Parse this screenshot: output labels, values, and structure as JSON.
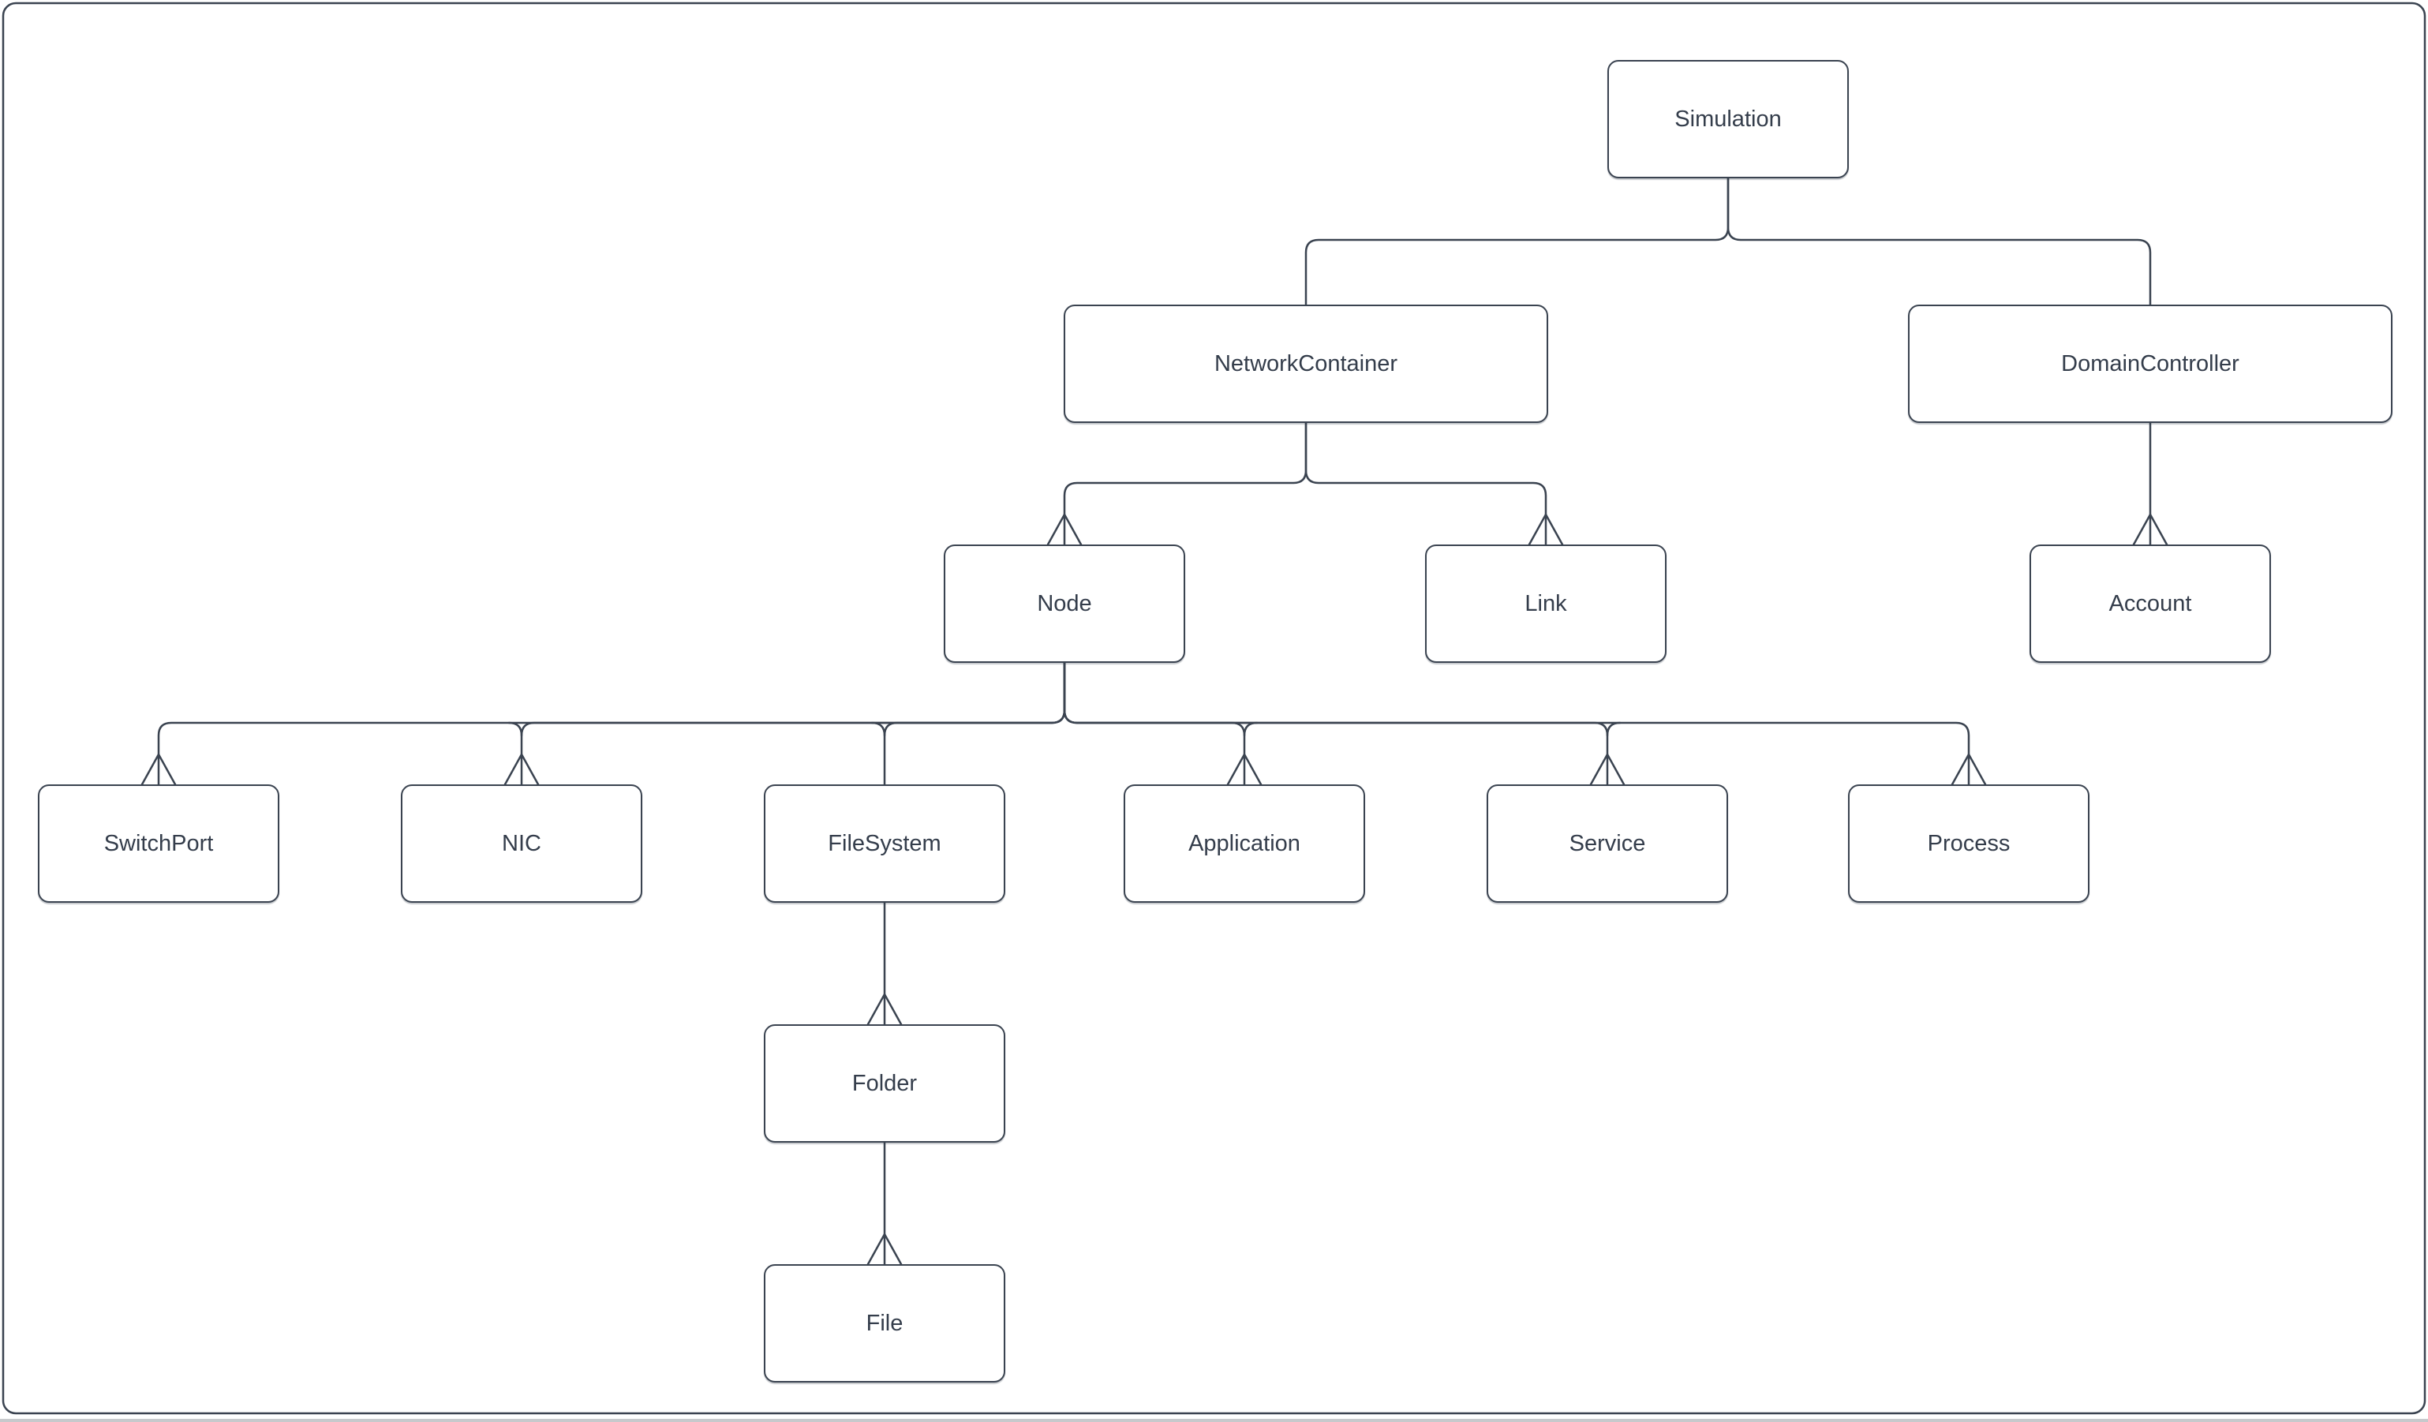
{
  "diagram": {
    "type": "tree",
    "background": "#ffffff",
    "colors": {
      "line": "#3a4350",
      "text": "#343d4b",
      "node_fill": "#ffffff"
    },
    "nodes": {
      "simulation": {
        "label": "Simulation"
      },
      "network_container": {
        "label": "NetworkContainer"
      },
      "domain_controller": {
        "label": "DomainController"
      },
      "node": {
        "label": "Node"
      },
      "link": {
        "label": "Link"
      },
      "account": {
        "label": "Account"
      },
      "switch_port": {
        "label": "SwitchPort"
      },
      "nic": {
        "label": "NIC"
      },
      "file_system": {
        "label": "FileSystem"
      },
      "application": {
        "label": "Application"
      },
      "service": {
        "label": "Service"
      },
      "process": {
        "label": "Process"
      },
      "folder": {
        "label": "Folder"
      },
      "file": {
        "label": "File"
      }
    },
    "edges": [
      {
        "from": "Simulation",
        "to": "NetworkContainer",
        "arrowhead": "none"
      },
      {
        "from": "Simulation",
        "to": "DomainController",
        "arrowhead": "none"
      },
      {
        "from": "NetworkContainer",
        "to": "Node",
        "arrowhead": "open-chevron"
      },
      {
        "from": "NetworkContainer",
        "to": "Link",
        "arrowhead": "open-chevron"
      },
      {
        "from": "DomainController",
        "to": "Account",
        "arrowhead": "open-chevron"
      },
      {
        "from": "Node",
        "to": "SwitchPort",
        "arrowhead": "open-chevron"
      },
      {
        "from": "Node",
        "to": "NIC",
        "arrowhead": "open-chevron"
      },
      {
        "from": "Node",
        "to": "FileSystem",
        "arrowhead": "none"
      },
      {
        "from": "Node",
        "to": "Application",
        "arrowhead": "open-chevron"
      },
      {
        "from": "Node",
        "to": "Service",
        "arrowhead": "open-chevron"
      },
      {
        "from": "Node",
        "to": "Process",
        "arrowhead": "open-chevron"
      },
      {
        "from": "FileSystem",
        "to": "Folder",
        "arrowhead": "open-chevron"
      },
      {
        "from": "Folder",
        "to": "File",
        "arrowhead": "open-chevron"
      }
    ]
  }
}
